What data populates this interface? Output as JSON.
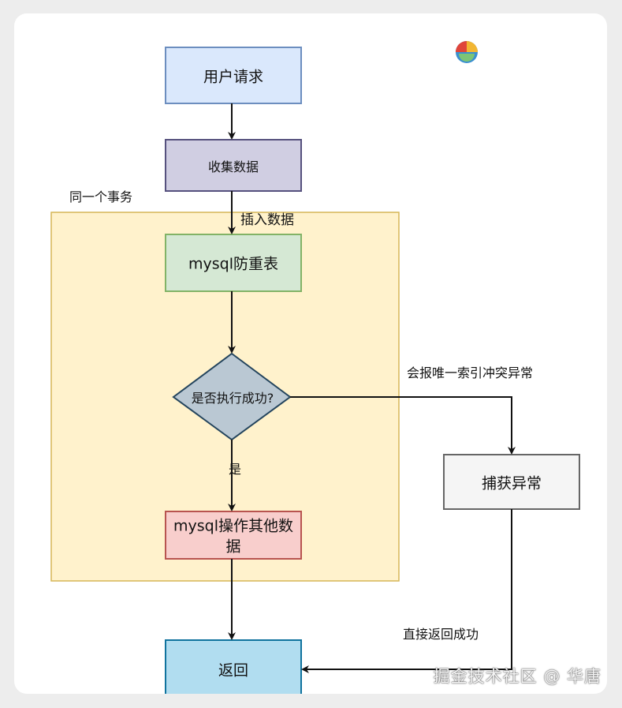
{
  "diagram": {
    "nodes": {
      "user_request": "用户请求",
      "collect_data": "收集数据",
      "dedup_table": "mysql防重表",
      "decision": "是否执行成功?",
      "other_ops_line1": "mysql操作其他数",
      "other_ops_line2": "据",
      "catch_exception": "捕获异常",
      "return": "返回"
    },
    "edge_labels": {
      "insert_data": "插入数据",
      "yes": "是",
      "unique_index_conflict": "会报唯一索引冲突异常",
      "return_success": "直接返回成功"
    },
    "group_label": "同一个事务",
    "watermark": "掘金技术社区 @ 华唐",
    "colors": {
      "user_request_fill": "#dae8fc",
      "user_request_stroke": "#6c8ebf",
      "collect_fill": "#d0cee2",
      "collect_stroke": "#56517e",
      "group_fill": "#fff2cc",
      "group_stroke": "#d6b656",
      "dedup_fill": "#d5e8d4",
      "dedup_stroke": "#82b366",
      "decision_fill": "#bac8d3",
      "decision_stroke": "#23445d",
      "other_fill": "#f8cecc",
      "other_stroke": "#b85450",
      "catch_fill": "#f5f5f5",
      "catch_stroke": "#666666",
      "return_fill": "#b1ddf0",
      "return_stroke": "#10739e"
    }
  }
}
